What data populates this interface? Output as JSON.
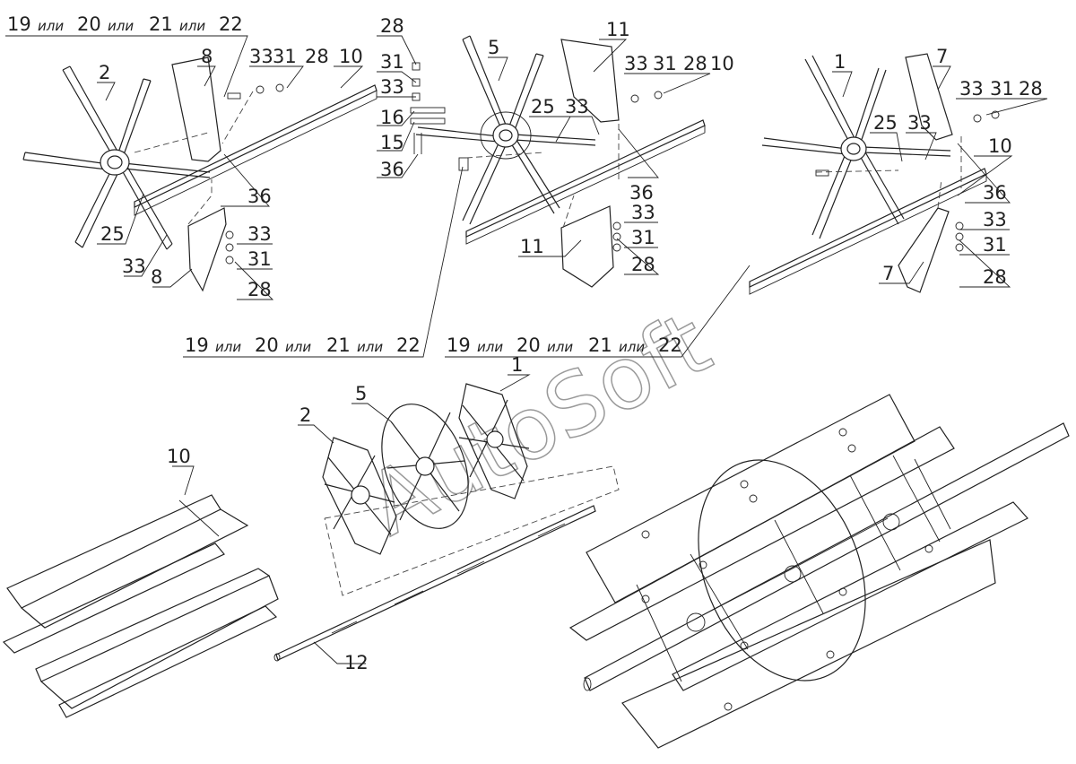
{
  "watermark": "AutoSoft",
  "colors": {
    "line": "#222222",
    "background": "#ffffff",
    "watermark": "#9a9a9a"
  },
  "callouts": {
    "top_left": {
      "alt": {
        "a": "19",
        "b": "20",
        "c": "21",
        "d": "22",
        "sep": "или"
      },
      "spider": "2",
      "plate_top": "8",
      "hw": [
        "33",
        "31",
        "28"
      ],
      "bar": "10",
      "bolt": "36",
      "screw": "25",
      "washer": "33",
      "plate_bottom": "8",
      "hw_bottom": [
        "33",
        "31",
        "28"
      ]
    },
    "top_middle": {
      "stack": [
        "28",
        "31",
        "33",
        "16",
        "15",
        "36"
      ],
      "spider": "5",
      "disc_top": "11",
      "hw": [
        "33",
        "31",
        "28"
      ],
      "bar": "10",
      "screw": "25",
      "washer": "33",
      "bolt": "36",
      "disc_bottom": "11",
      "hw_bottom": [
        "33",
        "31",
        "28"
      ]
    },
    "top_right": {
      "spider": "1",
      "plate_top": "7",
      "hw": [
        "33",
        "31",
        "28"
      ],
      "screw": "25",
      "washer": "33",
      "bar": "10",
      "bolt": "36",
      "hw_bottom": [
        "33",
        "31",
        "28"
      ],
      "plate_bottom": "7"
    },
    "alt_row": [
      {
        "a": "19",
        "b": "20",
        "c": "21",
        "d": "22",
        "sep": "или"
      },
      {
        "a": "19",
        "b": "20",
        "c": "21",
        "d": "22",
        "sep": "или"
      }
    ],
    "center": {
      "spider_a": "2",
      "spider_b": "5",
      "spider_c": "1",
      "shaft": "12"
    },
    "bottom_left": {
      "bars": "10"
    }
  }
}
